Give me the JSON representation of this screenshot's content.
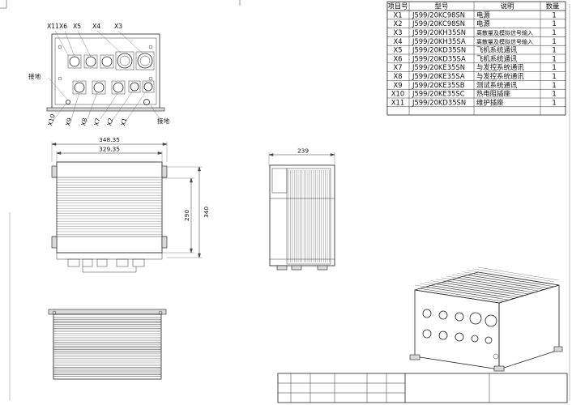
{
  "bom_table": {
    "headers": [
      "项目号",
      "型号",
      "说明",
      "数量"
    ],
    "rows": [
      {
        "item": "X1",
        "model": "J599/20KC98SN",
        "desc": "电源",
        "qty": "1"
      },
      {
        "item": "X2",
        "model": "J599/20KC98SN",
        "desc": "电源",
        "qty": "1"
      },
      {
        "item": "X3",
        "model": "J599/20KH35SN",
        "desc": "离散量及模拟信号输入",
        "qty": "1"
      },
      {
        "item": "X4",
        "model": "J599/20KH35SA",
        "desc": "离散量及模拟信号输入",
        "qty": "1"
      },
      {
        "item": "X5",
        "model": "J599/20KD35SN",
        "desc": "飞机系统通讯",
        "qty": "1"
      },
      {
        "item": "X6",
        "model": "J599/20KD35SA",
        "desc": "飞机系统通讯",
        "qty": "1"
      },
      {
        "item": "X7",
        "model": "J599/20KE35SN",
        "desc": "与发控系统通讯",
        "qty": "1"
      },
      {
        "item": "X8",
        "model": "J599/20KE35SA",
        "desc": "与发控系统通讯",
        "qty": "1"
      },
      {
        "item": "X9",
        "model": "J599/20KE35SB",
        "desc": "测试系统通讯",
        "qty": "1"
      },
      {
        "item": "X10",
        "model": "J599/20KE35SC",
        "desc": "热电阻插座",
        "qty": "1"
      },
      {
        "item": "X11",
        "model": "J599/20KD35SN",
        "desc": "维护插座",
        "qty": "1"
      }
    ]
  },
  "front_view": {
    "top_labels": [
      "X11",
      "X6",
      "X5",
      "X4",
      "X3"
    ],
    "bottom_labels": [
      "X10",
      "X9",
      "X8",
      "X7",
      "X2",
      "X1"
    ],
    "ground_label": "接地",
    "ground_label_right": "接地"
  },
  "dimensions": {
    "width_outer": "348.35",
    "width_inner": "329.35",
    "height_inner": "290",
    "height_outer": "340",
    "depth": "239"
  }
}
